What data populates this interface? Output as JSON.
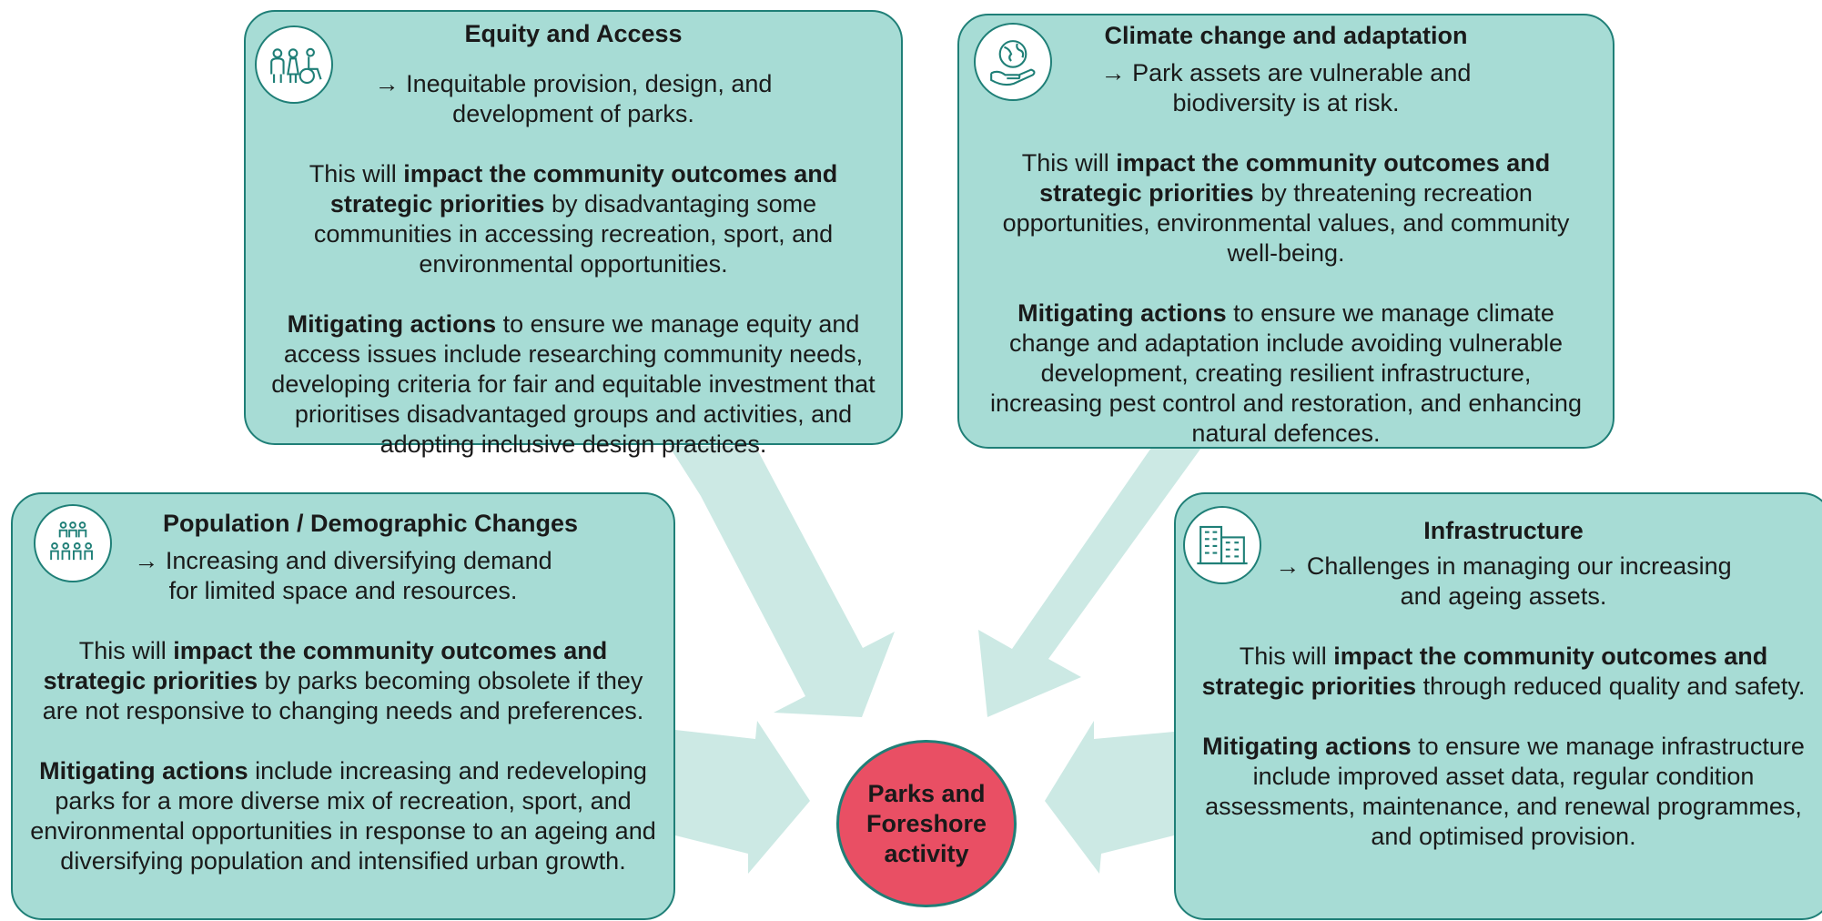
{
  "colors": {
    "box_fill": "#a7dcd5",
    "box_border": "#1f7f77",
    "arrow": "#cce9e4",
    "center_fill": "#e94f64"
  },
  "center": {
    "label_1": "Parks and",
    "label_2": "Foreshore",
    "label_3": "activity"
  },
  "boxes": {
    "equity": {
      "icon": "people-accessibility-icon",
      "title": "Equity and Access",
      "issue_1": "→  Inequitable provision, design, and",
      "issue_2": "development of parks.",
      "impact_pre": "This will ",
      "impact_bold": "impact the community outcomes and strategic priorities",
      "impact_post": " by disadvantaging some communities in accessing recreation, sport, and environmental opportunities.",
      "mitigate_bold": "Mitigating actions",
      "mitigate_post": " to ensure we manage equity and access issues include researching community needs, developing criteria for fair and equitable investment that prioritises disadvantaged groups and activities, and adopting inclusive design practices."
    },
    "climate": {
      "icon": "globe-in-hand-icon",
      "title": "Climate change and adaptation",
      "issue_1": "→ Park assets are vulnerable and",
      "issue_2": "biodiversity is at risk.",
      "impact_pre": "This will ",
      "impact_bold": "impact the community outcomes and strategic priorities",
      "impact_post": " by threatening recreation opportunities, environmental values, and community well-being.",
      "mitigate_bold": "Mitigating actions",
      "mitigate_post": " to ensure we manage climate change and adaptation include avoiding vulnerable development, creating resilient infrastructure, increasing pest control and restoration, and enhancing natural defences."
    },
    "population": {
      "icon": "population-group-icon",
      "title": "Population / Demographic Changes",
      "issue_1": "→ Increasing and diversifying demand",
      "issue_2": "for limited space and resources.",
      "impact_pre": "This will ",
      "impact_bold": "impact the community outcomes and strategic priorities",
      "impact_post": " by parks becoming obsolete if they are not responsive to changing needs and preferences.",
      "mitigate_bold": "Mitigating actions",
      "mitigate_post": " include increasing and redeveloping parks for a more diverse mix of recreation, sport, and environmental opportunities in response to an ageing and diversifying population and intensified urban growth."
    },
    "infrastructure": {
      "icon": "buildings-icon",
      "title": "Infrastructure",
      "issue_1": "→ Challenges in managing our increasing",
      "issue_2": "and ageing assets.",
      "impact_pre": "This will ",
      "impact_bold": "impact the community outcomes and strategic priorities",
      "impact_post": " through reduced quality and safety.",
      "mitigate_bold": "Mitigating actions",
      "mitigate_post": " to ensure we manage infrastructure include improved asset data, regular condition assessments, maintenance, and renewal programmes, and optimised provision."
    }
  }
}
